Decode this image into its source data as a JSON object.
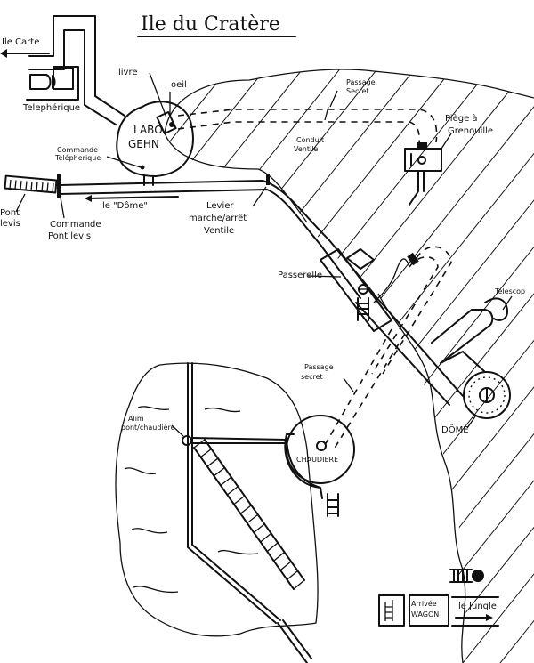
{
  "title": "Ile du Cratère",
  "labels": {
    "ile_carte": "Ile Carte",
    "telepherique": "Telephérique",
    "livre": "livre",
    "oeil": "oeil",
    "labo_line1": "LABO",
    "labo_line2": "GEHN",
    "commande_tele_1": "Commande",
    "commande_tele_2": "Télépherique",
    "passage_secret_top_1": "Passage",
    "passage_secret_top_2": "Secret",
    "conduit_1": "Conduit",
    "conduit_2": "Ventile",
    "piege_1": "Piège à",
    "piege_2": "Grenouille",
    "pont_levis_1": "Pont",
    "pont_levis_2": "levis",
    "commande_pont_1": "Commande",
    "commande_pont_2": "Pont levis",
    "ile_dome": "Ile \"Dôme\"",
    "levier_1": "Levier",
    "levier_2": "marche/arrêt",
    "levier_3": "Ventile",
    "passerelle": "Passerelle",
    "telescope": "Telescop",
    "passage_secret_low_1": "Passage",
    "passage_secret_low_2": "secret",
    "dome": "DÔME",
    "chaudiere": "CHAUDIERE",
    "alim_1": "Alim",
    "alim_2": "pont/chaudière",
    "arrivee_1": "Arrivée",
    "arrivee_2": "WAGON",
    "ile_jungle": "Ile Jungle"
  }
}
